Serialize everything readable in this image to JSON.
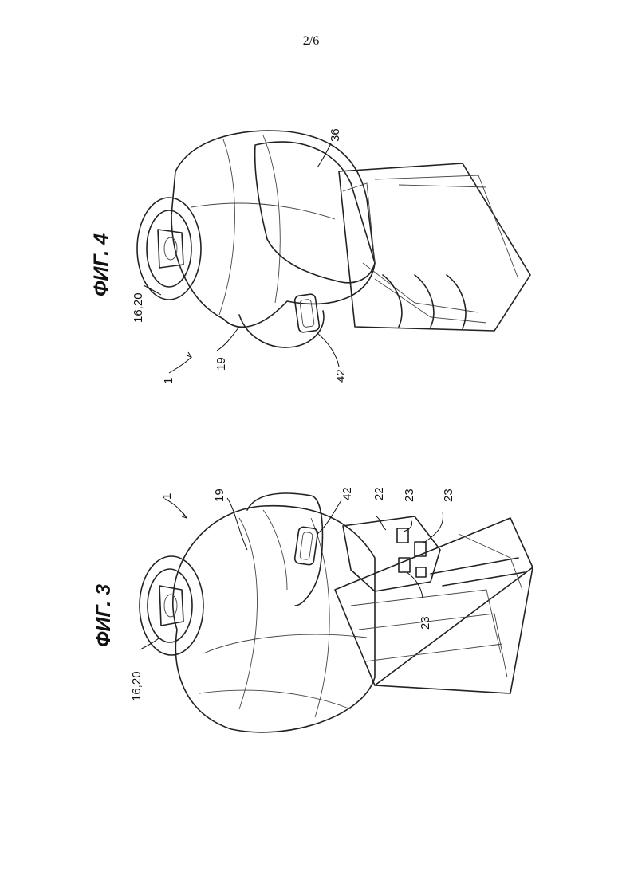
{
  "page": {
    "number": "2/6"
  },
  "figures": [
    {
      "id": "fig3",
      "title": "ФИГ. 3",
      "labels": {
        "assembly": "1",
        "body": "19",
        "port": "16,20",
        "slot": "42",
        "plate": "22",
        "tab_top": "23",
        "tab_right": "23",
        "tab_bottom": "23"
      }
    },
    {
      "id": "fig4",
      "title": "ФИГ. 4",
      "labels": {
        "assembly": "1",
        "body": "19",
        "port": "16,20",
        "slot": "42",
        "cover": "36"
      }
    }
  ]
}
